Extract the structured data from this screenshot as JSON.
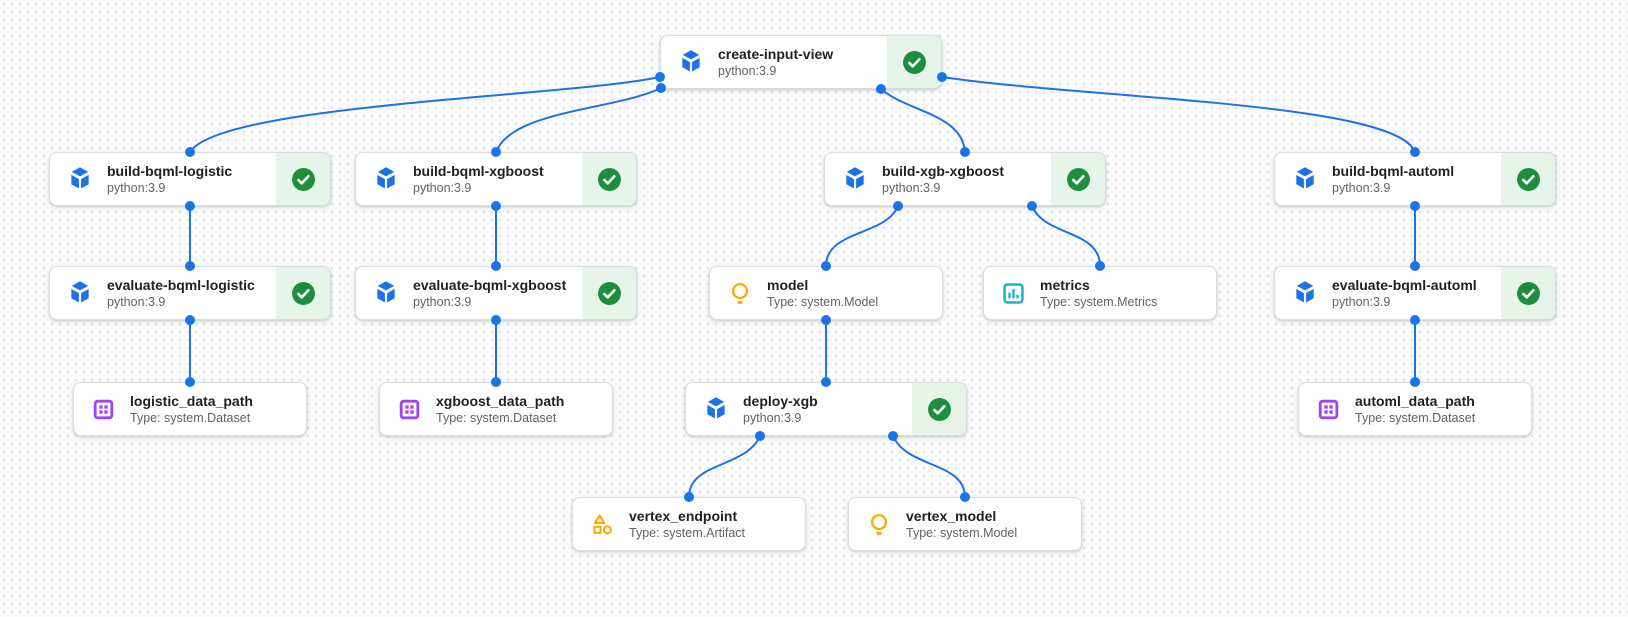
{
  "diagram_type": "pipeline-dag",
  "colors": {
    "edge_blue": "#1a73e8",
    "cube_blue": "#1a73e8",
    "bulb_yellow": "#f9ab00",
    "metrics_teal": "#12b5cb",
    "dataset_purple": "#a142f4",
    "artifact_orange": "#f9ab00",
    "status_green": "#1e8e3e",
    "status_green_bg": "#e6f4ea",
    "card_border": "#dadce0",
    "title_text": "#202124",
    "subtitle_text": "#5f6368",
    "canvas_bg": "#fbfbfc",
    "canvas_dot": "#e1e3e7"
  },
  "nodes": [
    {
      "id": "create-input-view",
      "type": "execution",
      "icon": "pipeline-component-icon",
      "title": "create-input-view",
      "subtitle": "python:3.9",
      "status": "succeeded"
    },
    {
      "id": "build-bqml-logistic",
      "type": "execution",
      "icon": "pipeline-component-icon",
      "title": "build-bqml-logistic",
      "subtitle": "python:3.9",
      "status": "succeeded"
    },
    {
      "id": "build-bqml-xgboost",
      "type": "execution",
      "icon": "pipeline-component-icon",
      "title": "build-bqml-xgboost",
      "subtitle": "python:3.9",
      "status": "succeeded"
    },
    {
      "id": "build-xgb-xgboost",
      "type": "execution",
      "icon": "pipeline-component-icon",
      "title": "build-xgb-xgboost",
      "subtitle": "python:3.9",
      "status": "succeeded"
    },
    {
      "id": "build-bqml-automl",
      "type": "execution",
      "icon": "pipeline-component-icon",
      "title": "build-bqml-automl",
      "subtitle": "python:3.9",
      "status": "succeeded"
    },
    {
      "id": "evaluate-bqml-logistic",
      "type": "execution",
      "icon": "pipeline-component-icon",
      "title": "evaluate-bqml-logistic",
      "subtitle": "python:3.9",
      "status": "succeeded"
    },
    {
      "id": "evaluate-bqml-xgboost",
      "type": "execution",
      "icon": "pipeline-component-icon",
      "title": "evaluate-bqml-xgboost",
      "subtitle": "python:3.9",
      "status": "succeeded"
    },
    {
      "id": "model",
      "type": "artifact",
      "icon": "lightbulb-icon",
      "title": "model",
      "subtitle": "Type: system.Model"
    },
    {
      "id": "metrics",
      "type": "artifact",
      "icon": "metrics-chart-icon",
      "title": "metrics",
      "subtitle": "Type: system.Metrics"
    },
    {
      "id": "evaluate-bqml-automl",
      "type": "execution",
      "icon": "pipeline-component-icon",
      "title": "evaluate-bqml-automl",
      "subtitle": "python:3.9",
      "status": "succeeded"
    },
    {
      "id": "logistic_data_path",
      "type": "artifact",
      "icon": "dataset-icon",
      "title": "logistic_data_path",
      "subtitle": "Type: system.Dataset"
    },
    {
      "id": "xgboost_data_path",
      "type": "artifact",
      "icon": "dataset-icon",
      "title": "xgboost_data_path",
      "subtitle": "Type: system.Dataset"
    },
    {
      "id": "deploy-xgb",
      "type": "execution",
      "icon": "pipeline-component-icon",
      "title": "deploy-xgb",
      "subtitle": "python:3.9",
      "status": "succeeded"
    },
    {
      "id": "automl_data_path",
      "type": "artifact",
      "icon": "dataset-icon",
      "title": "automl_data_path",
      "subtitle": "Type: system.Dataset"
    },
    {
      "id": "vertex_endpoint",
      "type": "artifact",
      "icon": "artifact-shapes-icon",
      "title": "vertex_endpoint",
      "subtitle": "Type: system.Artifact"
    },
    {
      "id": "vertex_model",
      "type": "artifact",
      "icon": "lightbulb-icon",
      "title": "vertex_model",
      "subtitle": "Type: system.Model"
    }
  ],
  "edges": [
    {
      "from": "create-input-view",
      "to": "build-bqml-logistic"
    },
    {
      "from": "create-input-view",
      "to": "build-bqml-xgboost"
    },
    {
      "from": "create-input-view",
      "to": "build-xgb-xgboost"
    },
    {
      "from": "create-input-view",
      "to": "build-bqml-automl"
    },
    {
      "from": "build-bqml-logistic",
      "to": "evaluate-bqml-logistic"
    },
    {
      "from": "evaluate-bqml-logistic",
      "to": "logistic_data_path"
    },
    {
      "from": "build-bqml-xgboost",
      "to": "evaluate-bqml-xgboost"
    },
    {
      "from": "evaluate-bqml-xgboost",
      "to": "xgboost_data_path"
    },
    {
      "from": "build-xgb-xgboost",
      "to": "model"
    },
    {
      "from": "build-xgb-xgboost",
      "to": "metrics"
    },
    {
      "from": "model",
      "to": "deploy-xgb"
    },
    {
      "from": "build-bqml-automl",
      "to": "evaluate-bqml-automl"
    },
    {
      "from": "evaluate-bqml-automl",
      "to": "automl_data_path"
    },
    {
      "from": "deploy-xgb",
      "to": "vertex_endpoint"
    },
    {
      "from": "deploy-xgb",
      "to": "vertex_model"
    }
  ]
}
